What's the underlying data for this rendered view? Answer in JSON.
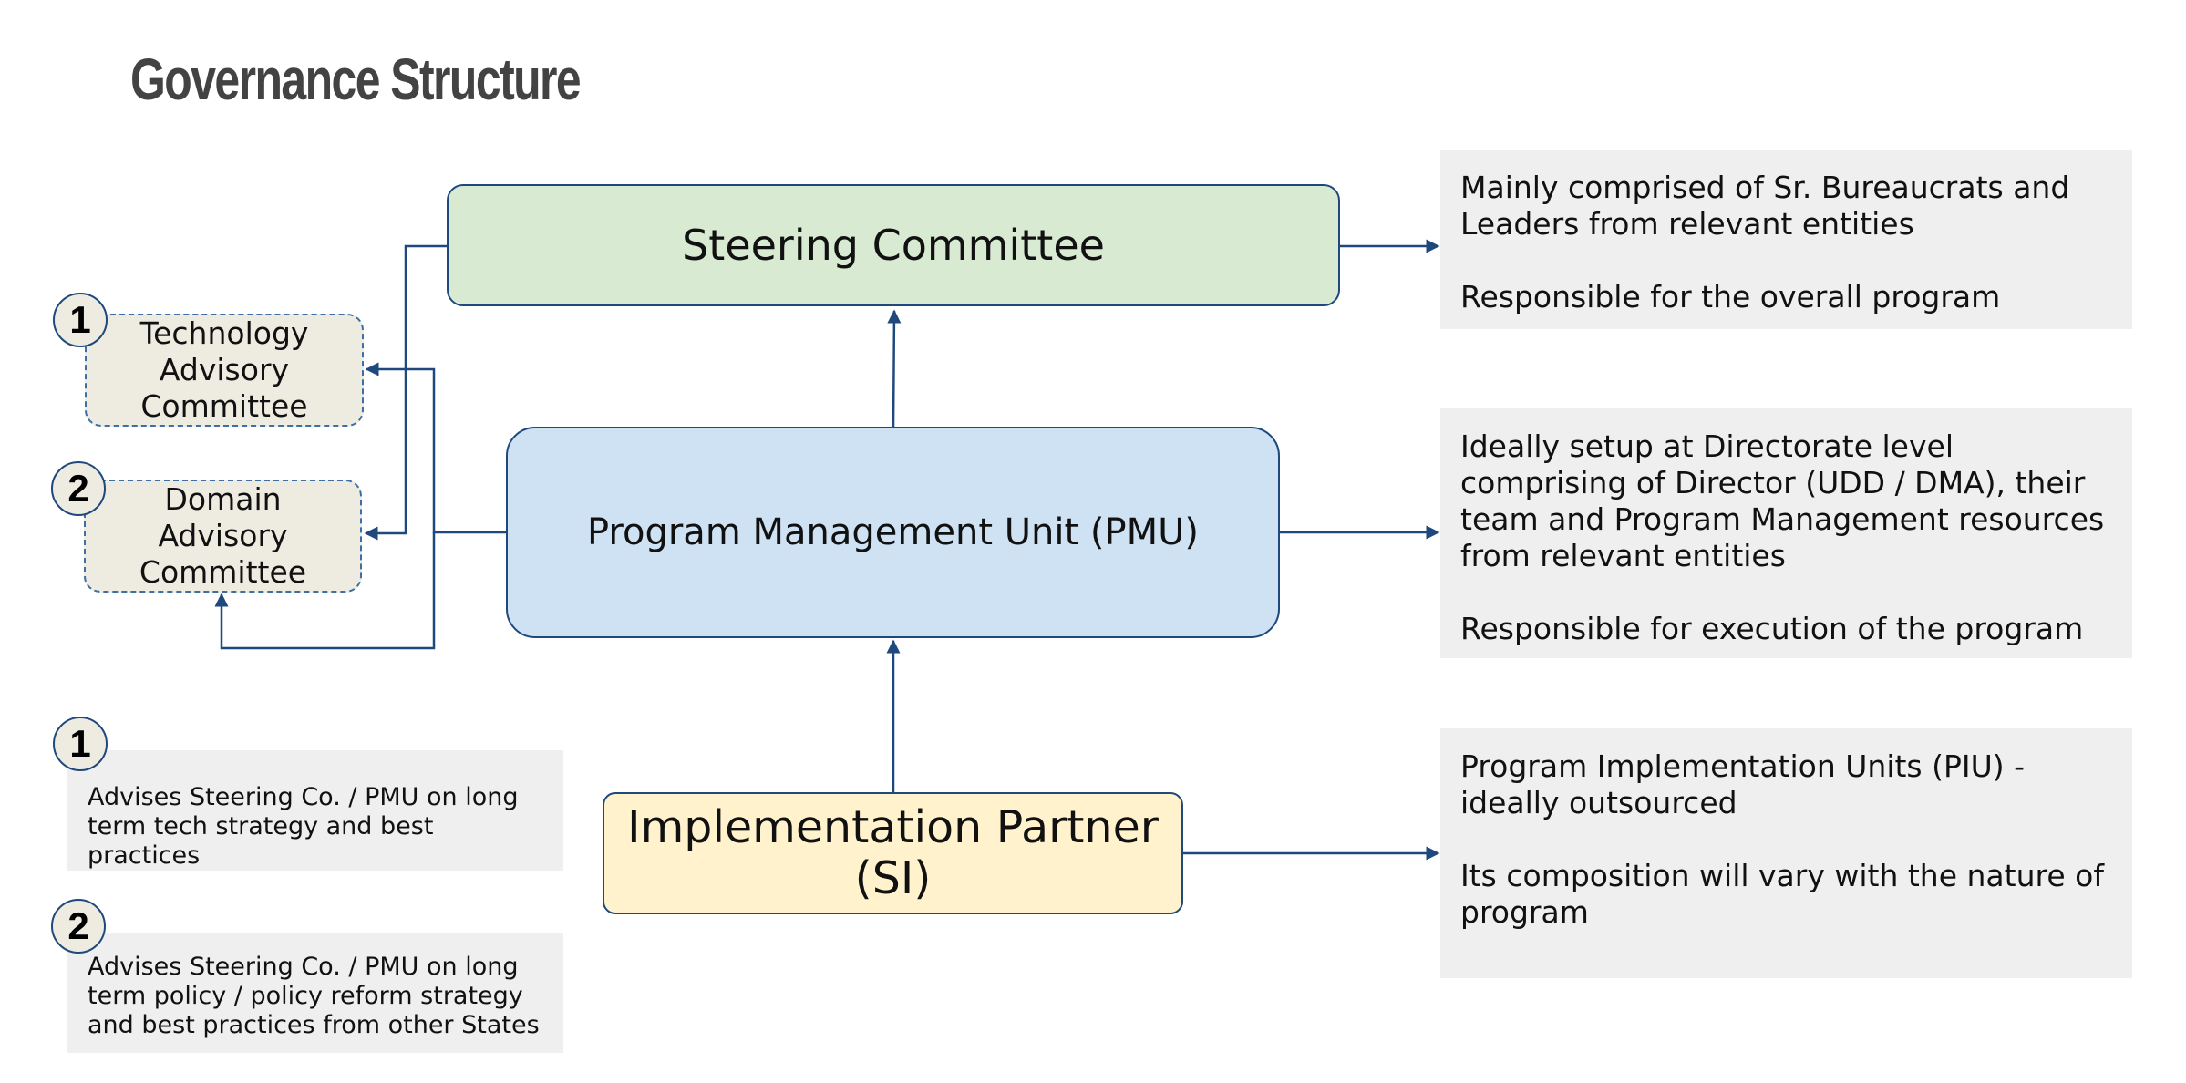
{
  "page": {
    "title": "Governance Structure"
  },
  "boxes": {
    "steering": "Steering Committee",
    "pmu": "Program Management Unit (PMU)",
    "partner": "Implementation Partner\n(SI)"
  },
  "advisory": {
    "tech": {
      "number": "1",
      "label": "Technology\nAdvisory\nCommittee"
    },
    "domain": {
      "number": "2",
      "label": "Domain\nAdvisory\nCommittee"
    }
  },
  "descriptions": {
    "steering": "Mainly comprised of Sr. Bureaucrats and Leaders from relevant entities\n\nResponsible for the overall program",
    "pmu": "Ideally setup at Directorate level comprising of Director (UDD / DMA), their team and Program Management resources from relevant entities\n\nResponsible for execution of the program",
    "partner": "Program Implementation Units (PIU) - ideally outsourced\n\nIts composition will vary with the nature of program"
  },
  "notes": {
    "tech": {
      "number": "1",
      "text": "Advises Steering Co. / PMU  on long term tech strategy and best practices"
    },
    "domain": {
      "number": "2",
      "text": "Advises Steering Co. / PMU  on long term policy / policy reform strategy and best practices from other States"
    }
  },
  "colors": {
    "connector": "#1f497d",
    "steering_fill": "#d9ead3",
    "pmu_fill": "#cfe2f3",
    "partner_fill": "#fff2cc",
    "advisory_fill": "#eeece1",
    "description_fill": "#efefef"
  }
}
